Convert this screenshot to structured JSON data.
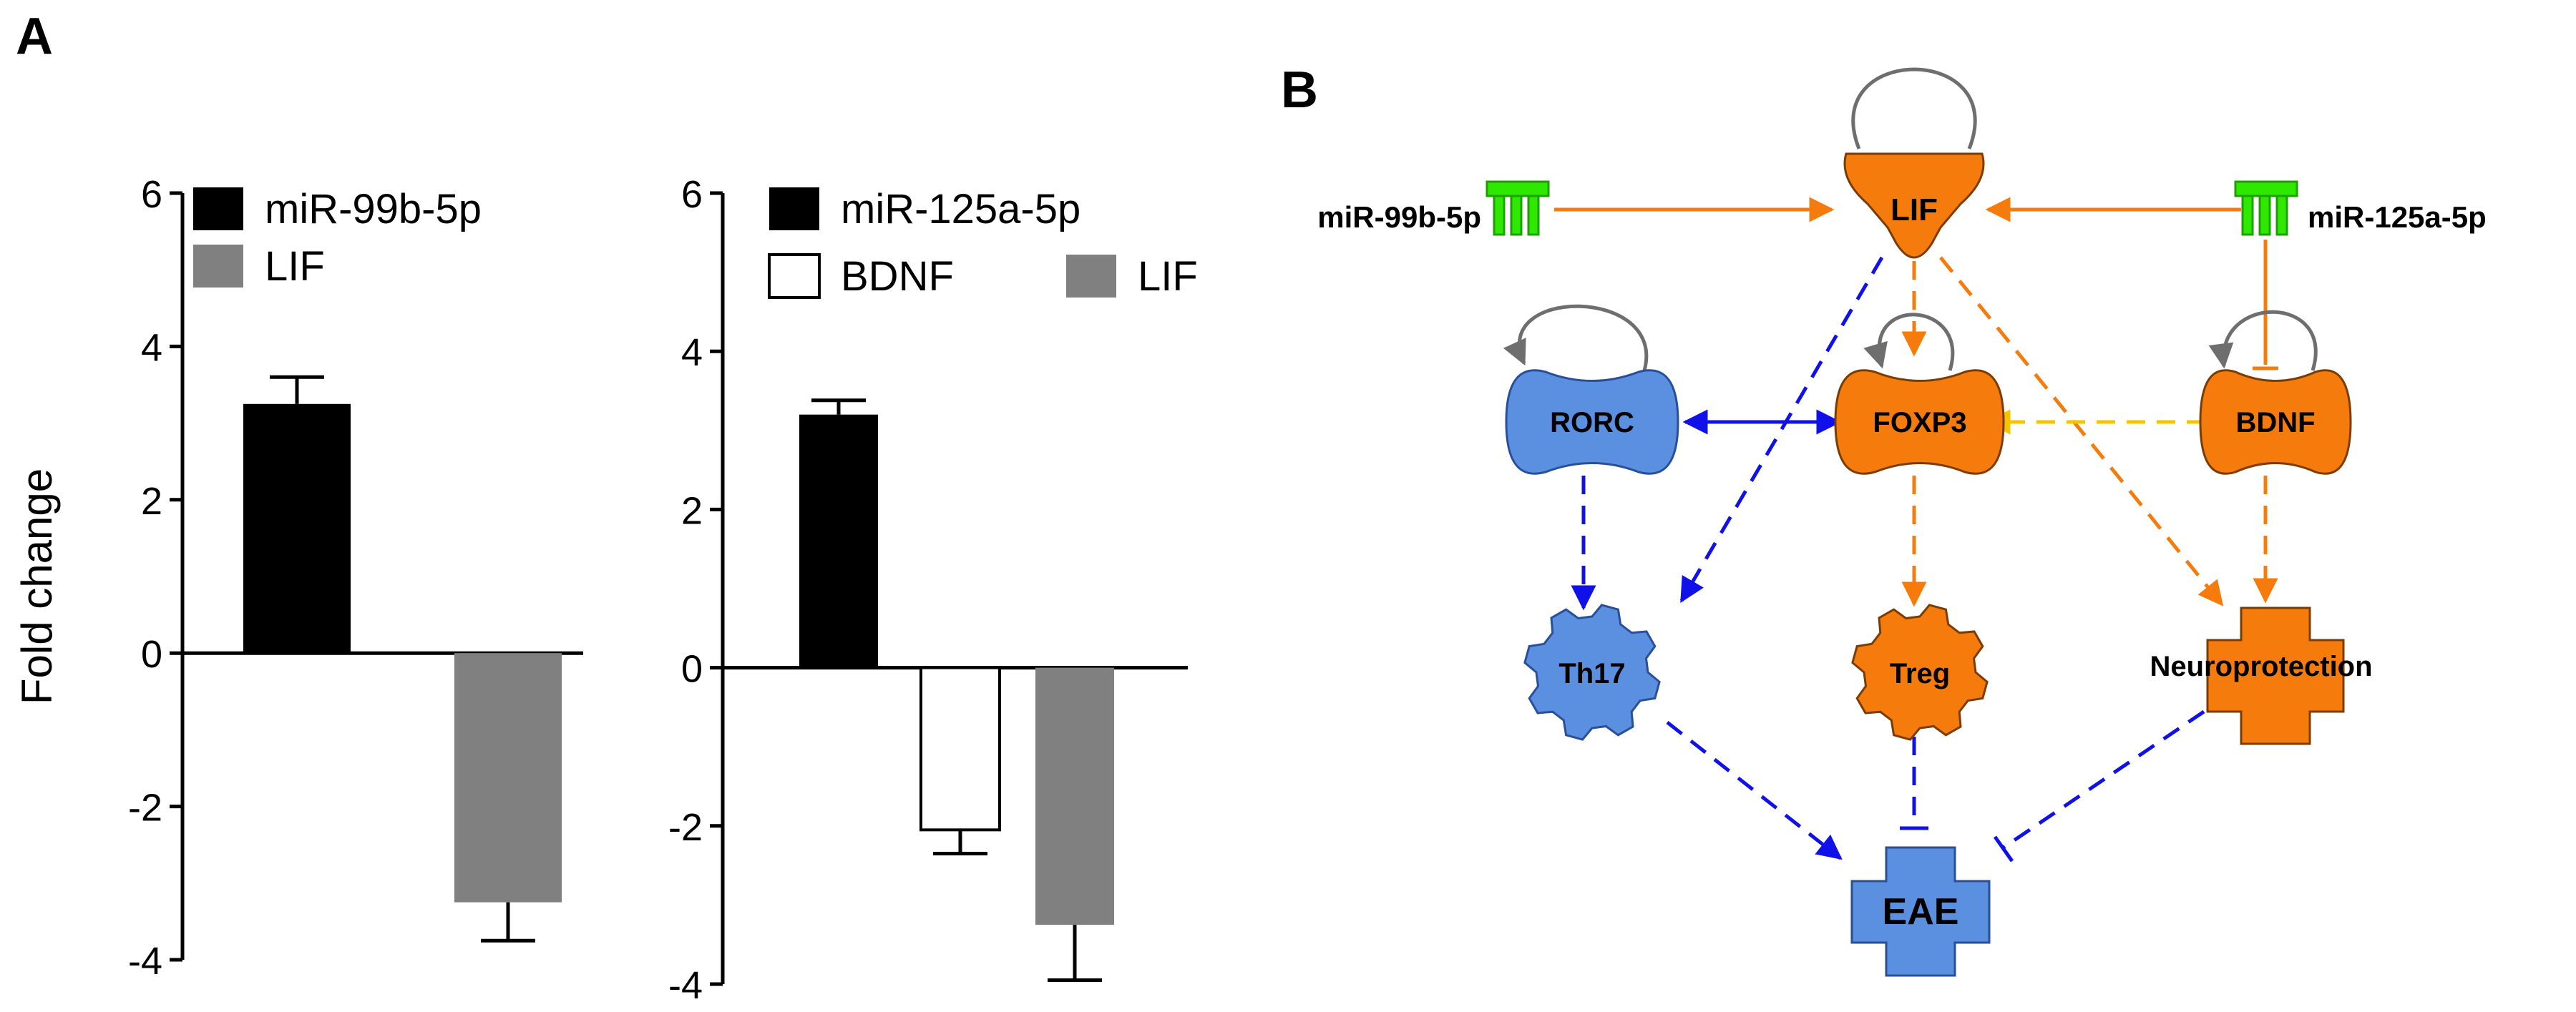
{
  "colors": {
    "black": "#000000",
    "gray": "#808080",
    "white": "#ffffff",
    "orange": "#f57c0c",
    "blue_node": "#5b8fe0",
    "blue_edge": "#1010e8",
    "green_mirna": "#2fe800",
    "yellow_edge": "#f5c400",
    "gray_loop": "#6e6e6e"
  },
  "panel_labels": {
    "a": "A",
    "b": "B"
  },
  "chart_data": [
    {
      "type": "bar",
      "ylabel": "Fold change",
      "xlabel": "",
      "ylim": [
        -4,
        6
      ],
      "yticks": [
        6,
        4,
        2,
        0,
        -2,
        -4
      ],
      "ytick_labels": [
        "6",
        "4",
        "2",
        "0",
        "-2",
        "-4"
      ],
      "legend": {
        "placement": "top-left",
        "entries": [
          {
            "name": "miR-99b-5p",
            "color": "#000000"
          },
          {
            "name": "LIF",
            "color": "#808080"
          }
        ]
      },
      "series": [
        {
          "name": "miR-99b-5p",
          "values": [
            3.25
          ],
          "error": [
            0.35
          ],
          "color": "#000000"
        },
        {
          "name": "LIF",
          "values": [
            -3.25
          ],
          "error": [
            0.5
          ],
          "color": "#808080"
        }
      ]
    },
    {
      "type": "bar",
      "ylabel": "",
      "xlabel": "",
      "ylim": [
        -4,
        6
      ],
      "yticks": [
        6,
        4,
        2,
        0,
        -2,
        -4
      ],
      "ytick_labels": [
        "6",
        "4",
        "2",
        "0",
        "-2",
        "-4"
      ],
      "legend": {
        "placement": "top-left",
        "entries": [
          {
            "name": "miR-125a-5p",
            "color": "#000000"
          },
          {
            "name": "BDNF",
            "color": "#ffffff"
          },
          {
            "name": "LIF",
            "color": "#808080"
          }
        ]
      },
      "series": [
        {
          "name": "miR-125a-5p",
          "values": [
            3.2
          ],
          "error": [
            0.18
          ],
          "color": "#000000"
        },
        {
          "name": "BDNF",
          "values": [
            -2.05
          ],
          "error": [
            0.3
          ],
          "color": "#ffffff"
        },
        {
          "name": "LIF",
          "values": [
            -3.25
          ],
          "error": [
            0.7
          ],
          "color": "#808080"
        }
      ]
    }
  ],
  "network": {
    "mirnas": {
      "left": "miR-99b-5p",
      "right": "miR-125a-5p"
    },
    "nodes": {
      "lif": "LIF",
      "rorc": "RORC",
      "foxp3": "FOXP3",
      "bdnf": "BDNF",
      "th17": "Th17",
      "treg": "Treg",
      "neuroprotection": "Neuroprotection",
      "eae": "EAE"
    }
  }
}
